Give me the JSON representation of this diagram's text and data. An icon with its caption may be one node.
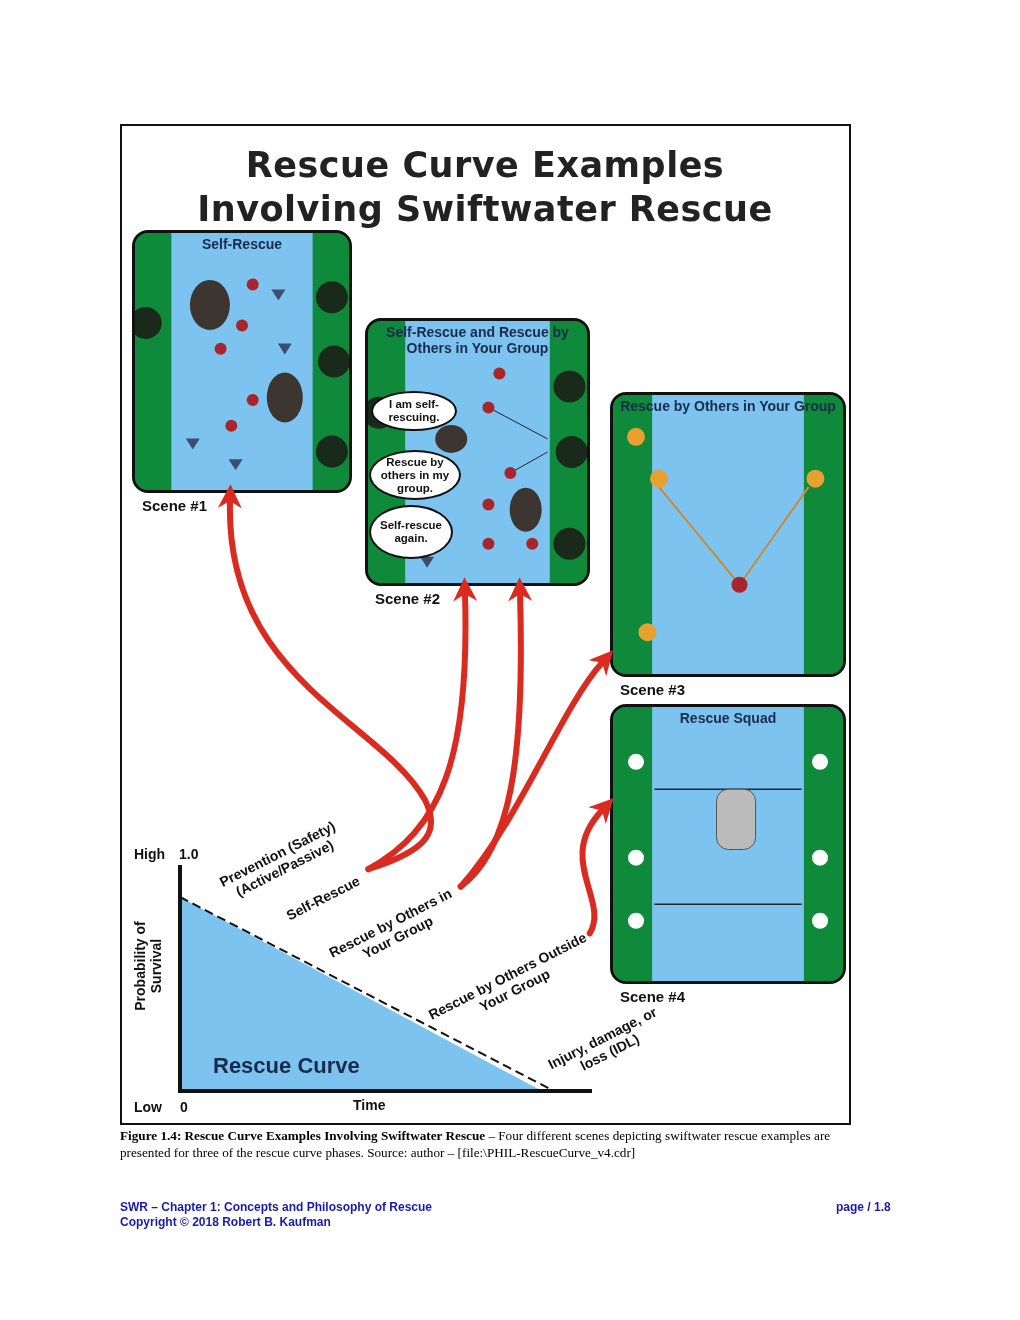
{
  "diagram": {
    "title": "Rescue Curve Examples Involving Swiftwater Rescue",
    "caption": "**Figure 1.4: Rescue Curve Examples Involving Swiftwater Rescue** – Four different scenes depicting swiftwater rescue examples are presented for three of the rescue curve phases. Source: author – [file:\\PHIL-RescueCurve_v4.cdr]",
    "nodes": [
      {
        "text": [
          "Self-Rescue"
        ],
        "beside": [
          "Scene #1"
        ]
      },
      {
        "text": [
          "Self-Rescue and Rescue by Others in Your Group"
        ],
        "beside": [
          "Scene #2"
        ]
      },
      {
        "text": [
          "I am self-rescuing."
        ],
        "in": 1
      },
      {
        "text": [
          "Rescue by others in my group."
        ],
        "in": 1
      },
      {
        "text": [
          "Self-rescue again."
        ],
        "in": 1
      },
      {
        "text": [
          "Rescue by Others in Your Group"
        ],
        "beside": [
          "Scene #3"
        ]
      },
      {
        "text": [
          "Rescue Squad"
        ],
        "beside": [
          "Scene #4"
        ]
      },
      {
        "text": [
          "Self-Rescue"
        ]
      },
      {
        "text": [
          "Rescue by Others in Your Group"
        ]
      },
      {
        "text": [
          "Rescue by Others Outside Your Group"
        ]
      }
    ],
    "edges": [
      {
        "from": 7,
        "to": 0,
        "arrow": "to"
      },
      {
        "from": 7,
        "to": 1,
        "arrow": "to"
      },
      {
        "from": 8,
        "to": 1,
        "arrow": "to"
      },
      {
        "from": 8,
        "to": 5,
        "arrow": "to"
      },
      {
        "from": 9,
        "to": 6,
        "arrow": "to"
      }
    ],
    "labels": [
      "High",
      "1.0",
      "Probability of Survival",
      "Low",
      "0",
      "Time",
      "Rescue Curve",
      "Prevention (Safety) (Active/Passive)",
      "Injury, damage, or loss (IDL)",
      "SWR – Chapter 1: Concepts and Philosophy of Rescue",
      "Copyright © 2018 Robert B. Kaufman",
      "page / 1.8"
    ]
  }
}
